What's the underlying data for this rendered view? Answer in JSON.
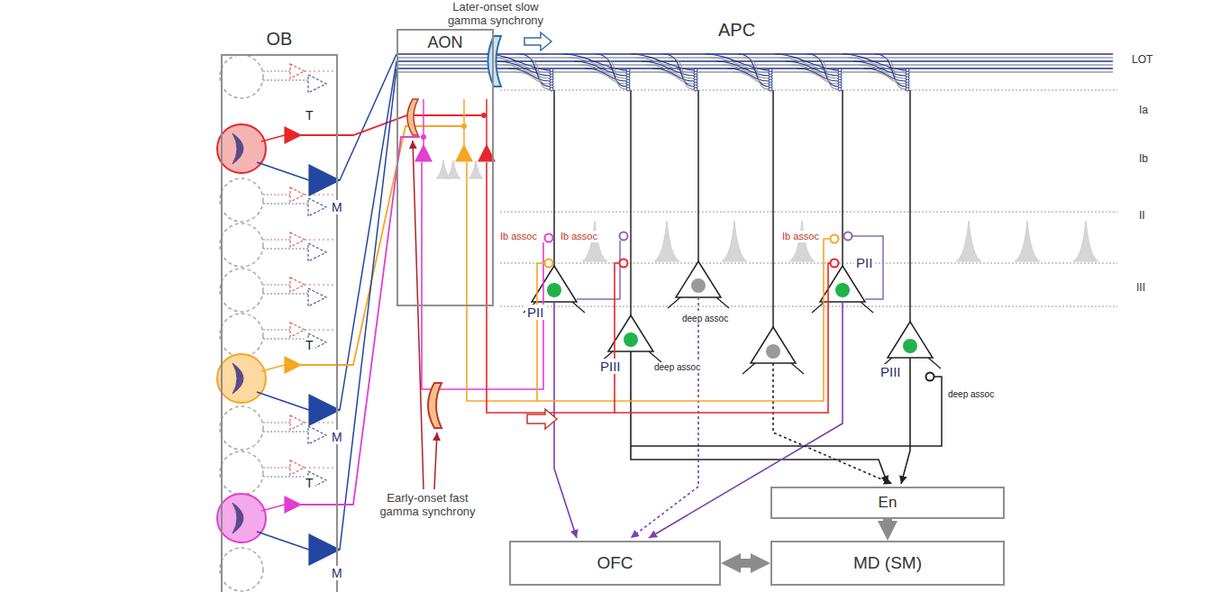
{
  "diagram": {
    "nodes": [
      {
        "text": [
          "OB"
        ]
      },
      {
        "text": [
          "AON"
        ]
      },
      {
        "text": [
          "En"
        ]
      },
      {
        "text": [
          "OFC"
        ]
      },
      {
        "text": [
          "MD (SM)"
        ]
      }
    ],
    "edges": [
      {
        "from": 2,
        "to": 4,
        "arrow": "to"
      },
      {
        "from": 3,
        "to": 4,
        "arrow": "both"
      }
    ],
    "labels": [
      "APC",
      "Later-onset slow gamma synchrony",
      "LOT",
      "Ia",
      "Ib",
      "II",
      "III",
      "T",
      "M",
      "T",
      "M",
      "T",
      "M",
      "Ib assoc",
      "Ib assoc",
      "Ib assoc",
      "PII",
      "PII",
      "PIII",
      "PIII",
      "deep assoc",
      "deep assoc",
      "deep assoc",
      "Early-onset fast gamma synchrony"
    ]
  }
}
